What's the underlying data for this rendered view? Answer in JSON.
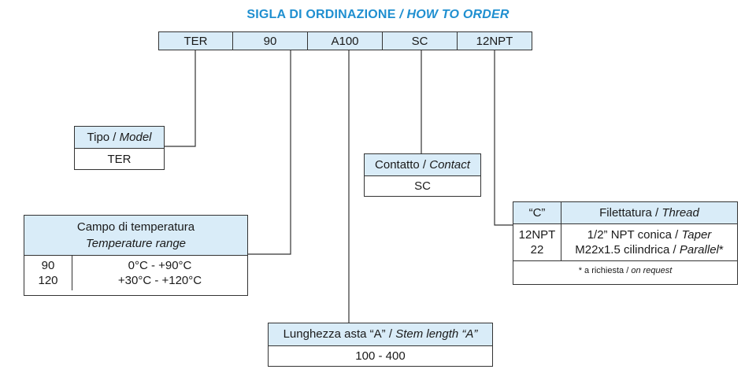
{
  "title": {
    "it": "SIGLA DI ORDINAZIONE",
    "sep": " / ",
    "en": "HOW TO ORDER"
  },
  "code": [
    "TER",
    "90",
    "A100",
    "SC",
    "12NPT"
  ],
  "model": {
    "header_it": "Tipo / ",
    "header_en": "Model",
    "value": "TER"
  },
  "temperature": {
    "header_it": "Campo di temperatura",
    "header_en": "Temperature range",
    "rows": [
      {
        "code": "90",
        "range": "0°C - +90°C"
      },
      {
        "code": "120",
        "range": "+30°C - +120°C"
      }
    ]
  },
  "contact": {
    "header_it": "Contatto / ",
    "header_en": "Contact",
    "value": "SC"
  },
  "stem": {
    "header_it": "Lunghezza asta “A” / ",
    "header_en": "Stem length “A”",
    "value": "100 - 400"
  },
  "thread": {
    "col1_header": "“C”",
    "header_it": "Filettatura / ",
    "header_en": "Thread",
    "rows": [
      {
        "code": "12NPT",
        "desc_it": "1/2” NPT conica / ",
        "desc_en": "Taper",
        "suffix": ""
      },
      {
        "code": "22",
        "desc_it": "M22x1.5 cilindrica / ",
        "desc_en": "Parallel",
        "suffix": "*"
      }
    ],
    "note_it": "* a richiesta / ",
    "note_en": "on request"
  },
  "colors": {
    "title": "#1f8fd0",
    "header_fill": "#d9ecf8",
    "border": "#333333"
  }
}
